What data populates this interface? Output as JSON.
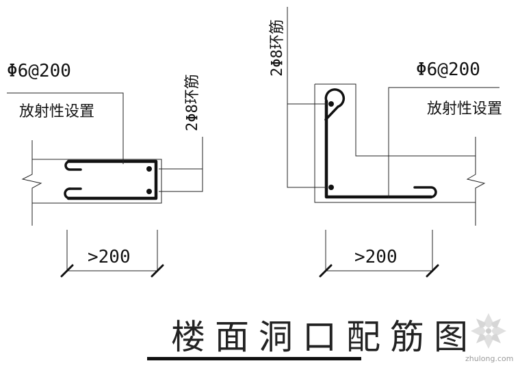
{
  "left_detail": {
    "stirrup_label": "Φ6@200",
    "stirrup_note": "放射性设置",
    "ring_bar_label": "2Φ8环筋",
    "dimension_label": ">200"
  },
  "right_detail": {
    "stirrup_label": "Φ6@200",
    "stirrup_note": "放射性设置",
    "ring_bar_label": "2Φ8环筋",
    "dimension_label": ">200"
  },
  "title": "楼面洞口配筋图",
  "watermark": {
    "text": "zhulong.com",
    "icon": "zhulong-flower-logo"
  },
  "colors": {
    "line": "#111111",
    "watermark": "#b0b0b0"
  }
}
